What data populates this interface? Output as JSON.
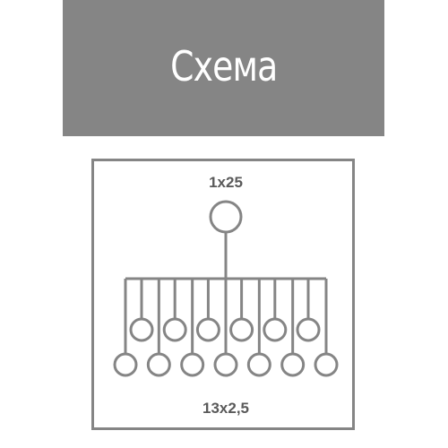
{
  "header": {
    "title": "Схема",
    "background_color": "#858585",
    "text_color": "#ffffff"
  },
  "diagram": {
    "top_label": "1x25",
    "bottom_label": "13x2,5",
    "upper_row_count": 6,
    "lower_row_count": 7,
    "line_color": "#858585",
    "label_color": "#5a5a5a"
  }
}
